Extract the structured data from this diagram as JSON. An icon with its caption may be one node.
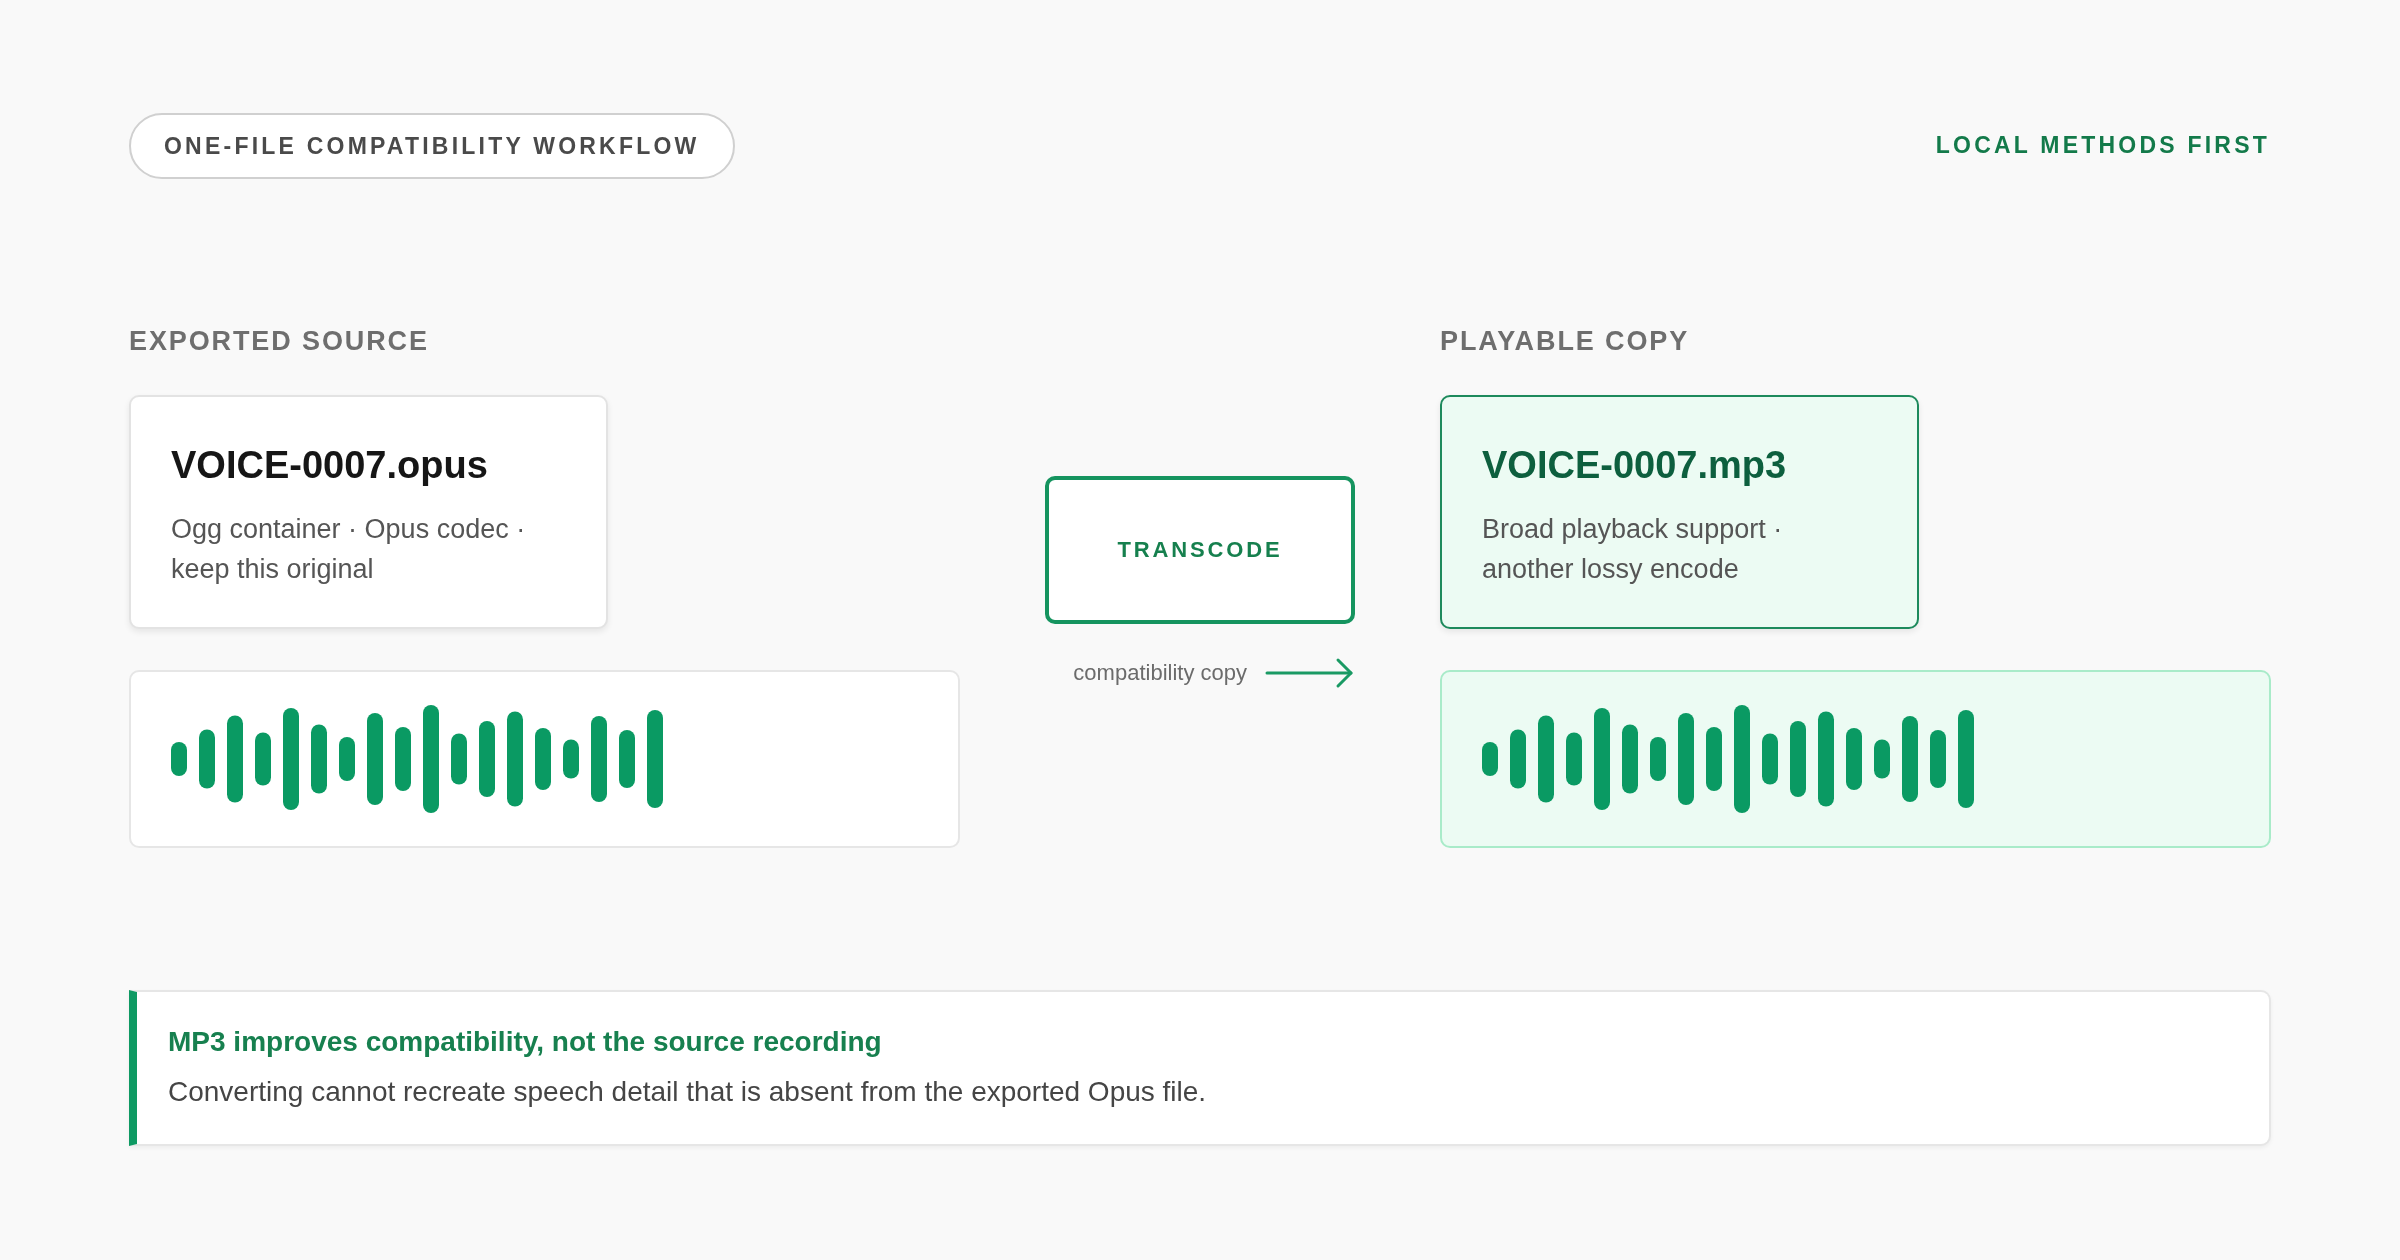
{
  "diagram": {
    "title": "ONE-FILE COMPATIBILITY WORKFLOW",
    "nodes": [
      {
        "text": [
          "VOICE-0007.opus",
          "Ogg container · Opus codec · keep this original"
        ]
      },
      {
        "text": [],
        "shape": "picture"
      },
      {
        "text": [
          "TRANSCODE"
        ]
      },
      {
        "text": [
          "VOICE-0007.mp3",
          "Broad playback support · another lossy encode"
        ]
      },
      {
        "text": [],
        "shape": "picture"
      },
      {
        "text": [
          "MP3 improves compatibility, not the source recording",
          "Converting cannot recreate speech detail that is absent from the exported Opus file."
        ]
      }
    ],
    "labels": [
      "LOCAL METHODS FIRST",
      "EXPORTED SOURCE",
      "PLAYABLE COPY",
      "compatibility copy"
    ]
  }
}
